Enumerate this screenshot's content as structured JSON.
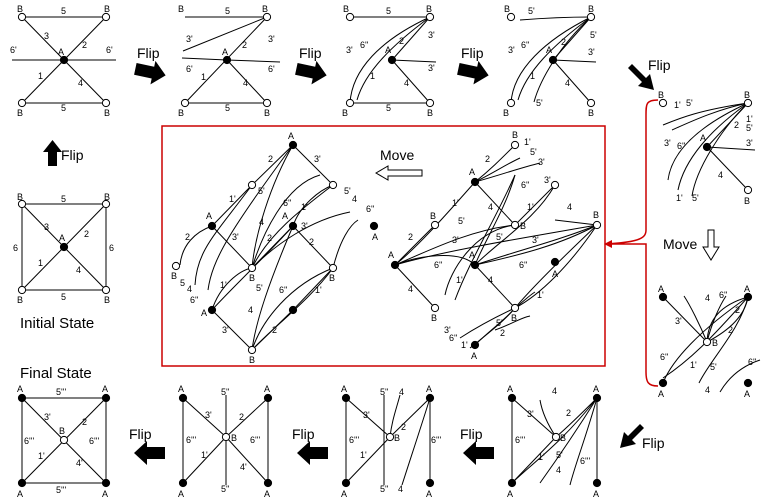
{
  "captions": {
    "flip": "Flip",
    "move": "Move",
    "initial_state": "Initial State",
    "final_state": "Final State"
  },
  "vertex_labels": {
    "A": "A",
    "B": "B"
  },
  "edge_labels": {
    "e1": "1",
    "e2": "2",
    "e3": "3",
    "e4": "4",
    "e5": "5",
    "e6": "6",
    "e1p": "1'",
    "e3p": "3'",
    "e4p": "4'",
    "e5p": "5'",
    "e6p": "6'",
    "e5pp": "5''",
    "e6pp": "6''",
    "e5ppp": "5'''",
    "e6ppp": "6'''"
  },
  "colors": {
    "frame": "#cc0000",
    "ink": "#000000"
  },
  "icons": [
    "right-arrow-icon",
    "left-arrow-icon",
    "up-arrow-icon",
    "down-right-arrow-icon",
    "hollow-arrow-icon",
    "red-brace-icon"
  ]
}
